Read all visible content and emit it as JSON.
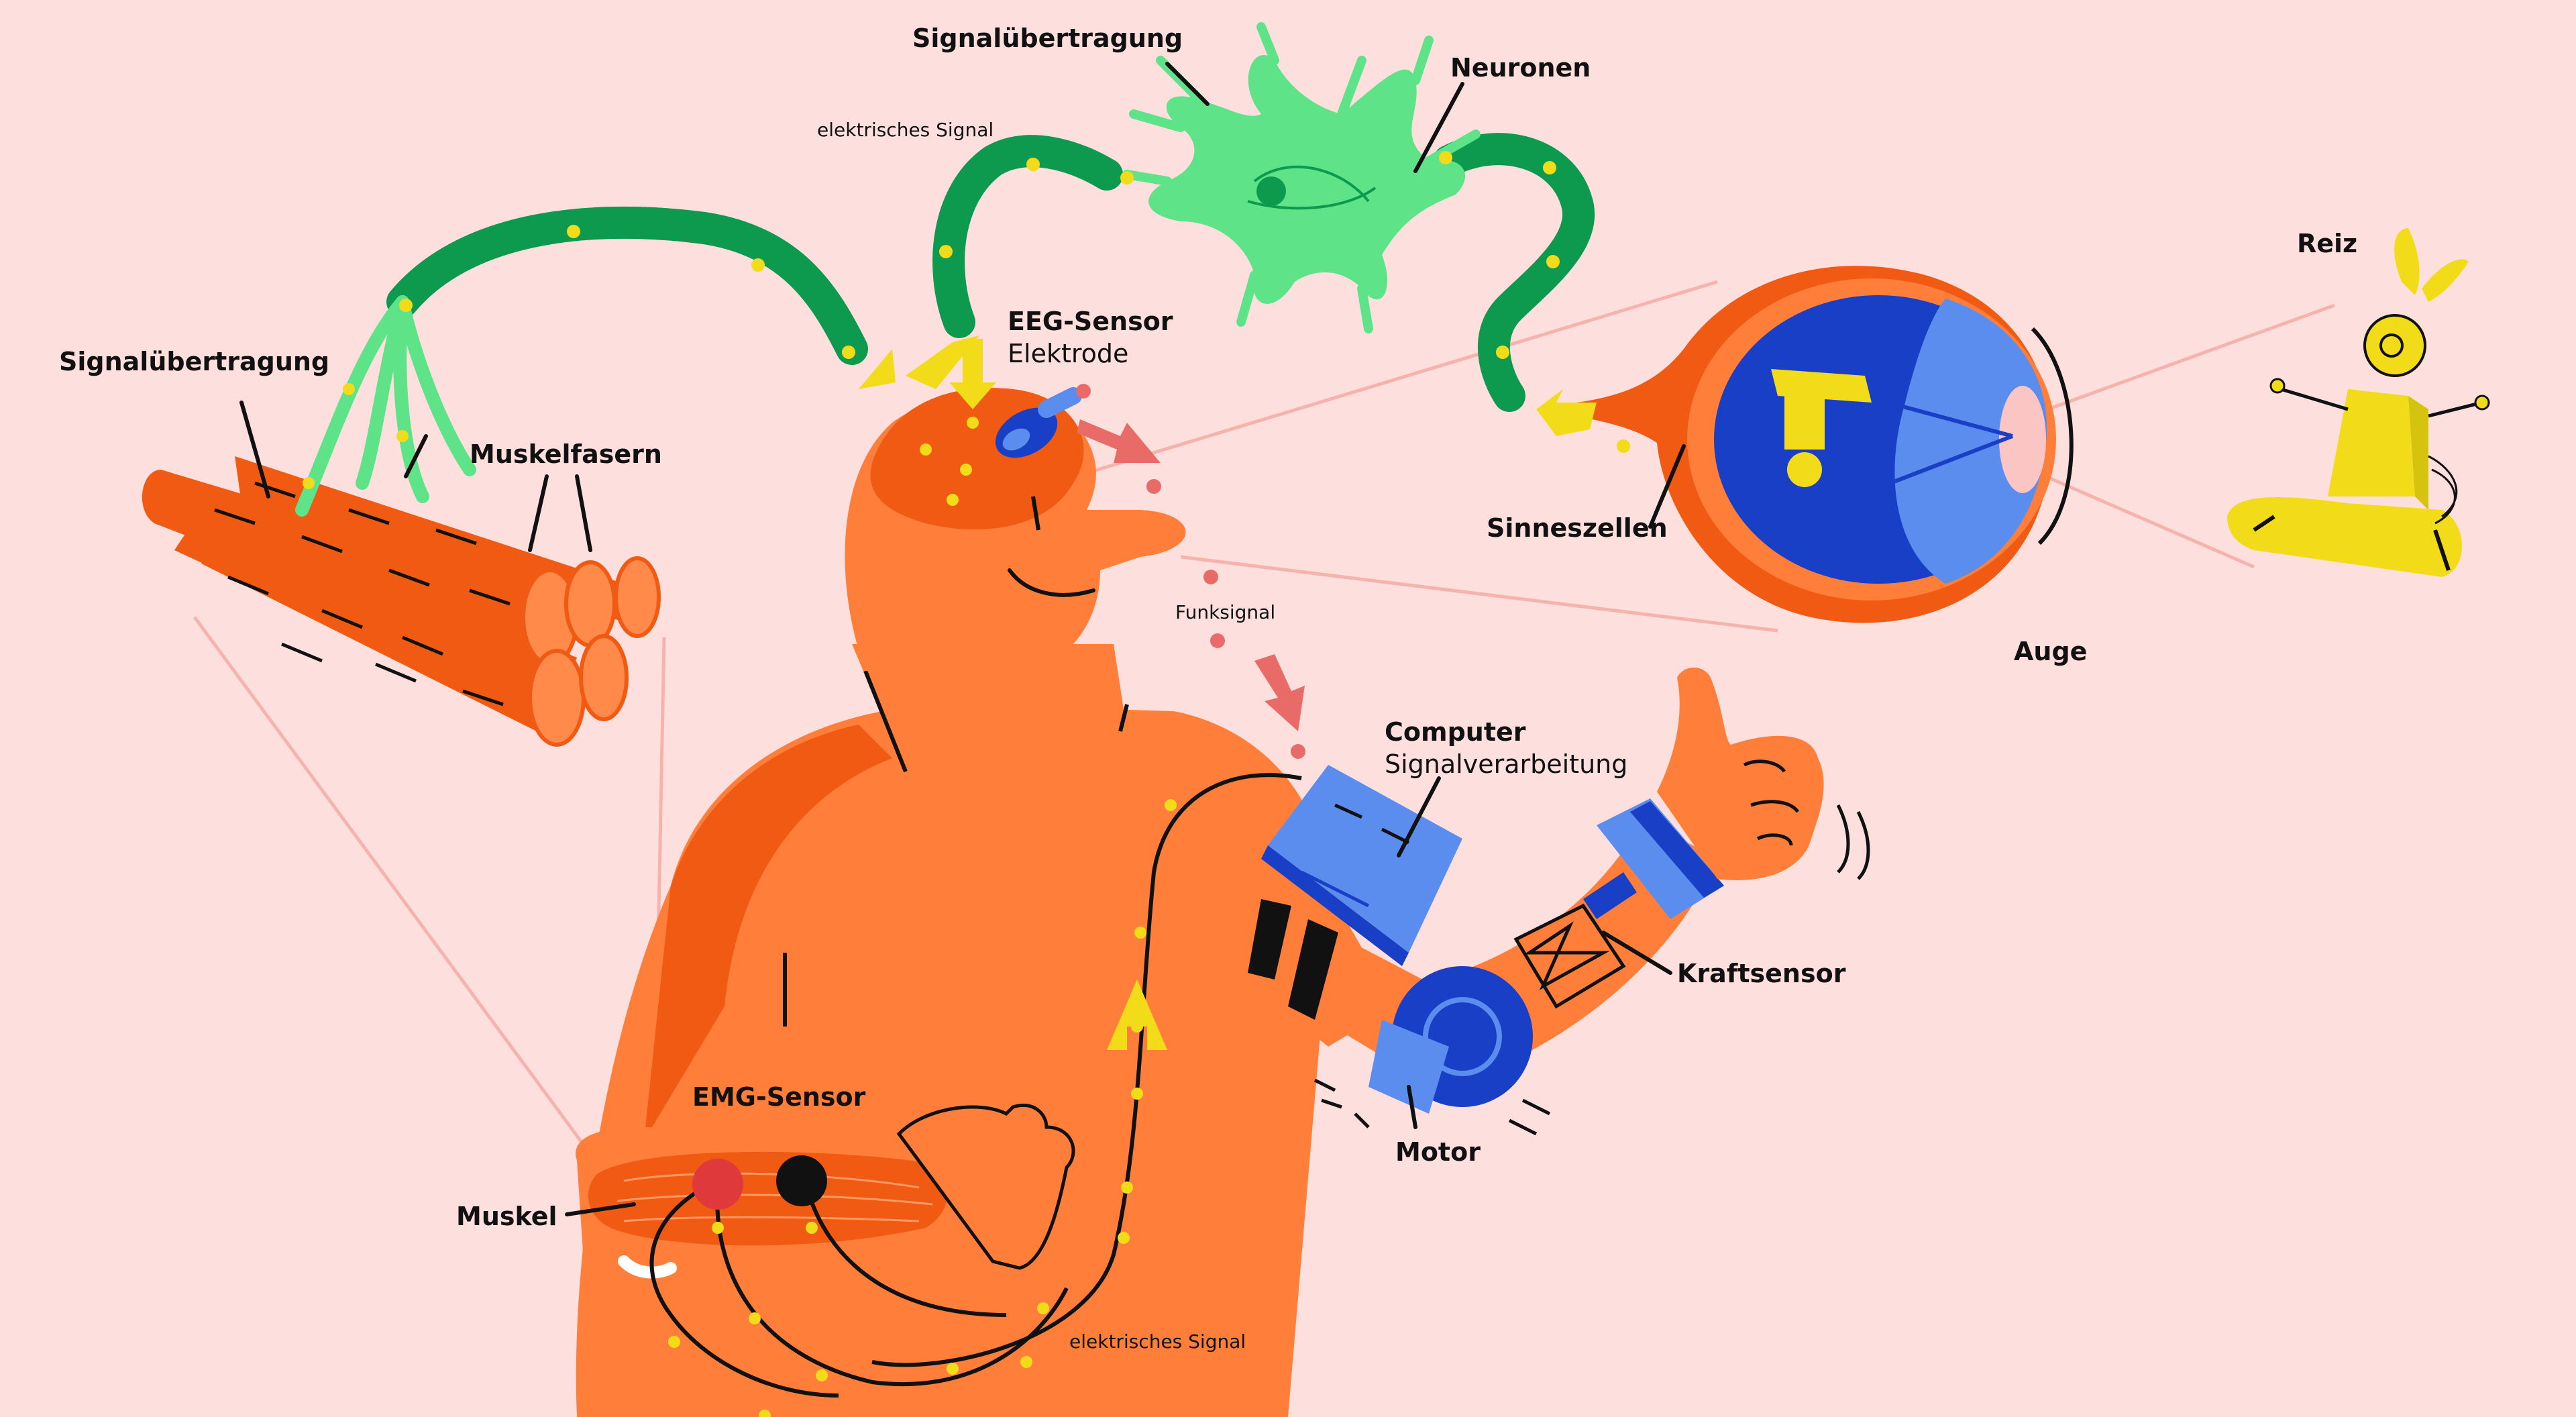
{
  "labels": {
    "signal_top": "Signalübertragung",
    "neuronen": "Neuronen",
    "elek_top": "elektrisches Signal",
    "signal_left": "Signalübertragung",
    "muskelfasern": "Muskelfasern",
    "eeg_sensor": "EEG-Sensor",
    "elektrode": "Elektrode",
    "funksignal": "Funksignal",
    "reiz": "Reiz",
    "sinneszellen": "Sinneszellen",
    "auge": "Auge",
    "computer": "Computer",
    "signalverarbeitung": "Signalverarbeitung",
    "kraftsensor": "Kraftsensor",
    "motor": "Motor",
    "emg_sensor": "EMG-Sensor",
    "muskel": "Muskel",
    "elek_bottom": "elektrisches Signal"
  },
  "colors": {
    "background": "#fde0de",
    "skin": "#ff7f3a",
    "skin_dark": "#f05a12",
    "nerve_green": "#0d9a4e",
    "neuron_green": "#5fe389",
    "signal_yellow": "#f2dc1a",
    "device_blue": "#5b8def",
    "deep_blue": "#1a3fc7",
    "arrow_red": "#e86b68"
  }
}
